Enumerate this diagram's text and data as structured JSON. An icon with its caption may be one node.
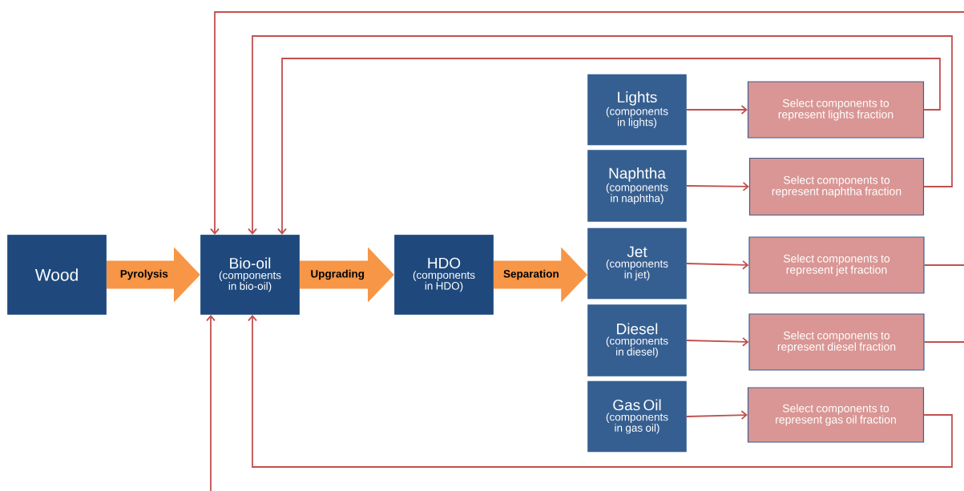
{
  "diagram": {
    "nodes": [
      {
        "text": [
          "Wood"
        ]
      },
      {
        "text": [
          "Bio-oil",
          "(components in bio-oil)"
        ]
      },
      {
        "text": [
          "HDO",
          "(components in HDO)"
        ]
      },
      {
        "text": [
          "Lights",
          "(components in lights)"
        ]
      },
      {
        "text": [
          "Naphtha",
          "(components in naphtha)"
        ]
      },
      {
        "text": [
          "Jet",
          "(components in jet)"
        ]
      },
      {
        "text": [
          "Diesel",
          "(components in diesel)"
        ]
      },
      {
        "text": [
          "Gas Oil",
          "(components in gas oil)"
        ]
      },
      {
        "text": [
          "Select components to represent lights fraction"
        ]
      },
      {
        "text": [
          "Select components to represent naphtha fraction"
        ]
      },
      {
        "text": [
          "Select components to represent jet fraction"
        ]
      },
      {
        "text": [
          "Select components to represent diesel fraction"
        ]
      },
      {
        "text": [
          "Select components to represent gas oil fraction"
        ]
      }
    ],
    "edges": [
      {
        "from": 0,
        "to": 1,
        "arrow": "to",
        "label": "Pyrolysis",
        "style": "thick",
        "color": "#f79646"
      },
      {
        "from": 1,
        "to": 2,
        "arrow": "to",
        "label": "Upgrading",
        "style": "thick",
        "color": "#f79646"
      },
      {
        "from": 2,
        "to": 5,
        "arrow": "to",
        "label": "Separation",
        "style": "thick",
        "color": "#f79646"
      },
      {
        "from": 3,
        "to": 8,
        "arrow": "to"
      },
      {
        "from": 4,
        "to": 9,
        "arrow": "to"
      },
      {
        "from": 5,
        "to": 10,
        "arrow": "to"
      },
      {
        "from": 6,
        "to": 11,
        "arrow": "to"
      },
      {
        "from": 7,
        "to": 12,
        "arrow": "to"
      },
      {
        "from": 8,
        "to": 1,
        "arrow": "to"
      },
      {
        "from": 9,
        "to": 1,
        "arrow": "to"
      },
      {
        "from": null,
        "to": 1,
        "arrow": "to"
      },
      {
        "from": 10,
        "to": null,
        "arrow": "none"
      },
      {
        "from": 11,
        "to": null,
        "arrow": "none"
      },
      {
        "from": 12,
        "to": 1,
        "arrow": "to"
      },
      {
        "from": null,
        "to": 1,
        "arrow": "to"
      }
    ]
  }
}
